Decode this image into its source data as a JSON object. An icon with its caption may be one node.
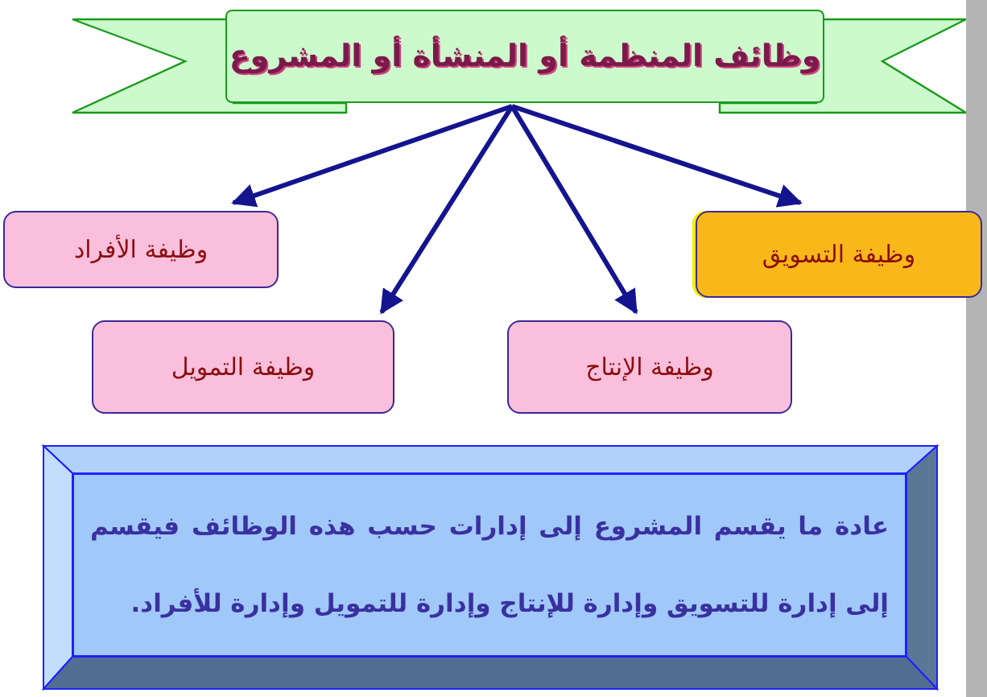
{
  "diagram": {
    "nodes": [
      {
        "text": [
          "وظائف المنظمة أو المنشأة أو المشروع"
        ]
      },
      {
        "text": [
          "وظيفة التسويق"
        ]
      },
      {
        "text": [
          "وظيفة الأفراد"
        ]
      },
      {
        "text": [
          "وظيفة الإنتاج"
        ]
      },
      {
        "text": [
          "وظيفة التمويل"
        ]
      },
      {
        "text": [
          "عادة ما يقسم المشروع إلى إدارات حسب هذه الوظائف فيقسم إلى إدارة للتسويق وإدارة للإنتاج وإدارة للتمويل وإدارة للأفراد."
        ]
      }
    ],
    "edges": [
      {
        "from": 0,
        "to": 1,
        "arrow": "to"
      },
      {
        "from": 0,
        "to": 2,
        "arrow": "to"
      },
      {
        "from": 0,
        "to": 3,
        "arrow": "to"
      },
      {
        "from": 0,
        "to": 4,
        "arrow": "to"
      }
    ]
  }
}
